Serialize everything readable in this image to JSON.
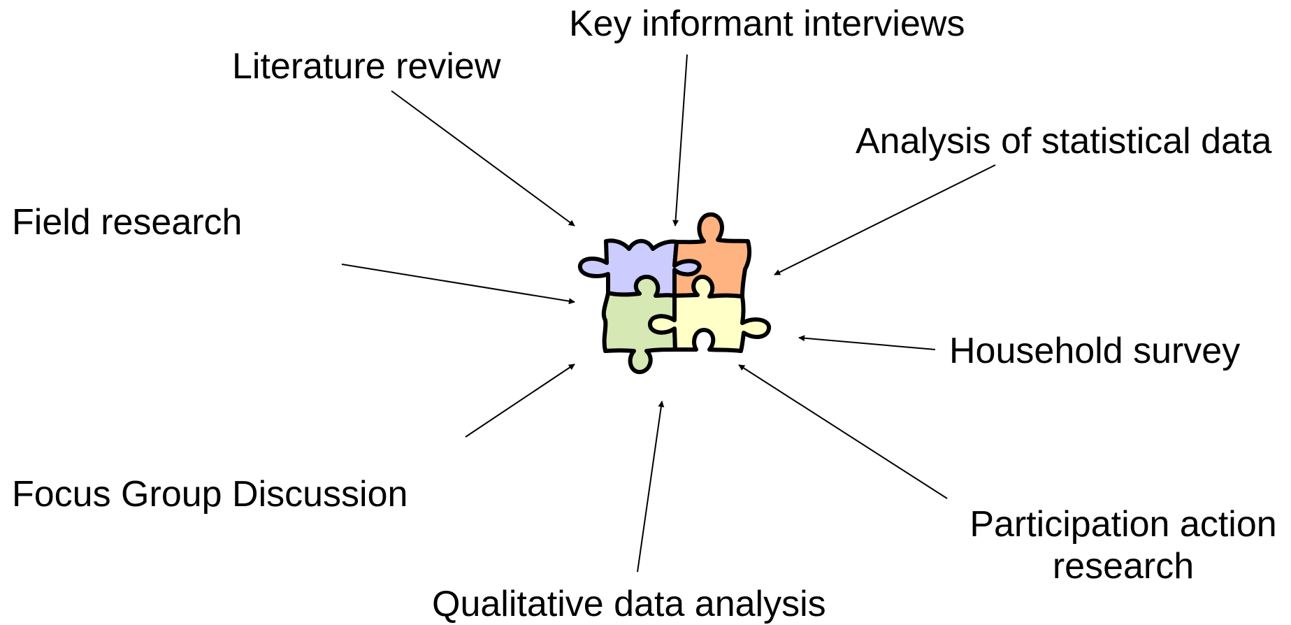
{
  "diagram": {
    "labels": {
      "key_informant": "Key informant interviews",
      "literature_review": "Literature review",
      "statistical_data": "Analysis of statistical data",
      "field_research": "Field research",
      "household_survey": "Household survey",
      "focus_group": "Focus Group Discussion",
      "participation_line1": "Participation action",
      "participation_line2": "research",
      "qualitative": "Qualitative data analysis"
    },
    "colors": {
      "piece_top_left": "#ccccff",
      "piece_top_right": "#ffb380",
      "piece_bottom_left": "#d6e8b4",
      "piece_bottom_right": "#ffffc8",
      "outline": "#000000",
      "text": "#000000"
    },
    "center_icon": "puzzle-icon"
  }
}
